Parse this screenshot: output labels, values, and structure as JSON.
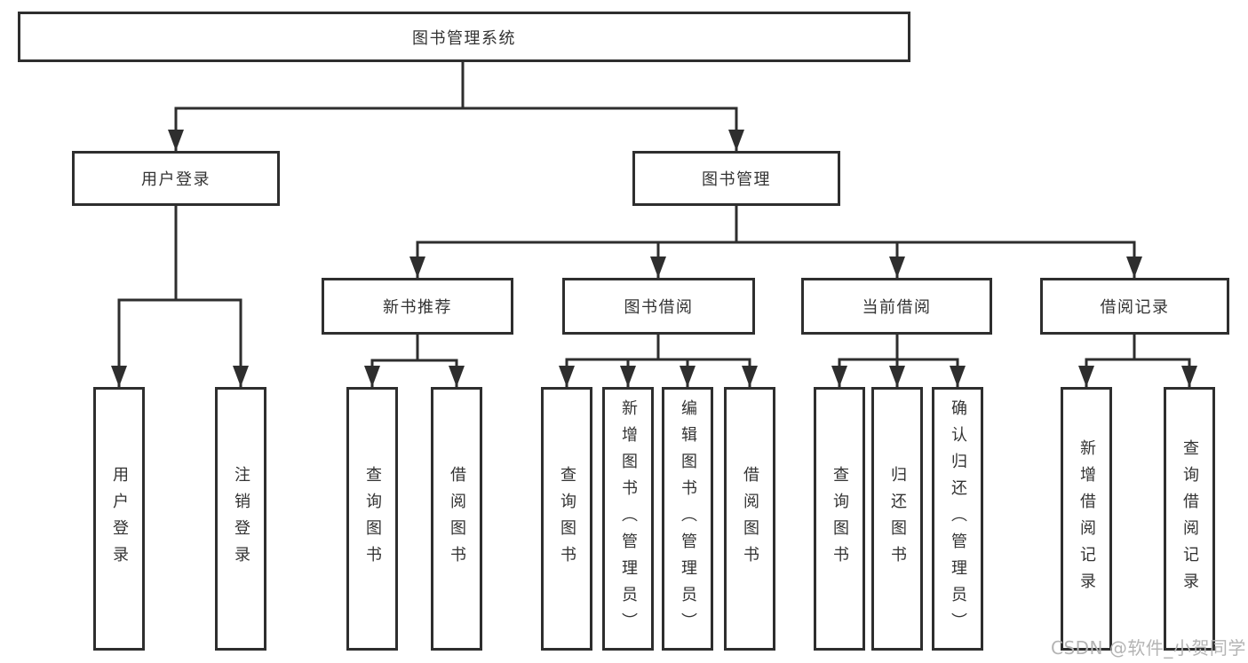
{
  "diagram_type": "hierarchy-tree",
  "tree": {
    "label": "图书管理系统",
    "children": [
      {
        "label": "用户登录",
        "children": [
          {
            "label": "用户登录"
          },
          {
            "label": "注销登录"
          }
        ]
      },
      {
        "label": "图书管理",
        "children": [
          {
            "label": "新书推荐",
            "children": [
              {
                "label": "查询图书"
              },
              {
                "label": "借阅图书"
              }
            ]
          },
          {
            "label": "图书借阅",
            "children": [
              {
                "label": "查询图书"
              },
              {
                "label": "新增图书（管理员）"
              },
              {
                "label": "编辑图书（管理员）"
              },
              {
                "label": "借阅图书"
              }
            ]
          },
          {
            "label": "当前借阅",
            "children": [
              {
                "label": "查询图书"
              },
              {
                "label": "归还图书"
              },
              {
                "label": "确认归还（管理员）"
              }
            ]
          },
          {
            "label": "借阅记录",
            "children": [
              {
                "label": "新增借阅记录"
              },
              {
                "label": "查询借阅记录"
              }
            ]
          }
        ]
      }
    ]
  },
  "watermark": "CSDN @软件_小贺同学",
  "colors": {
    "line": "#2e2e2e",
    "text": "#333333",
    "background": "#ffffff",
    "watermark": "#b4b4b4"
  }
}
